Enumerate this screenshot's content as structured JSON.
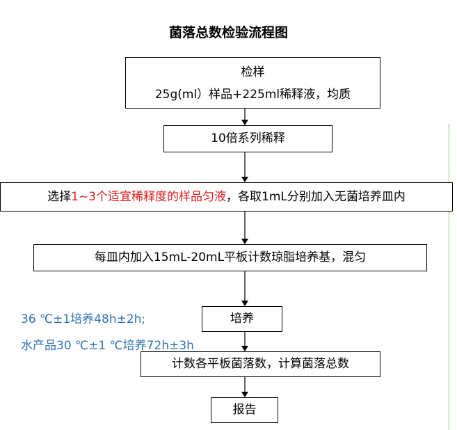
{
  "title": "菌落总数检验流程图",
  "steps": {
    "sampling": {
      "line1": "检样",
      "line2": "25g(ml）样品+225ml稀释液，均质"
    },
    "dilution": "10倍系列稀释",
    "select": {
      "prefix": "选择",
      "highlight": "1~3个适宜稀释度的样品匀液",
      "suffix": "，各取1mL分别加入无菌培养皿内"
    },
    "medium": "每皿内加入15mL-20mL平板计数琼脂培养基，混匀",
    "incubate": "培养",
    "count": "计数各平板菌落数，计算菌落总数",
    "report": "报告"
  },
  "notes": {
    "incubation_general": "36 ℃±1培养48h±2h;",
    "incubation_aquatic": "水产品30 ℃±1 ℃培养72h±3h"
  },
  "colors": {
    "highlight": "#e01b1b",
    "note": "#2e74b5",
    "edge": "#8fbf7a"
  }
}
